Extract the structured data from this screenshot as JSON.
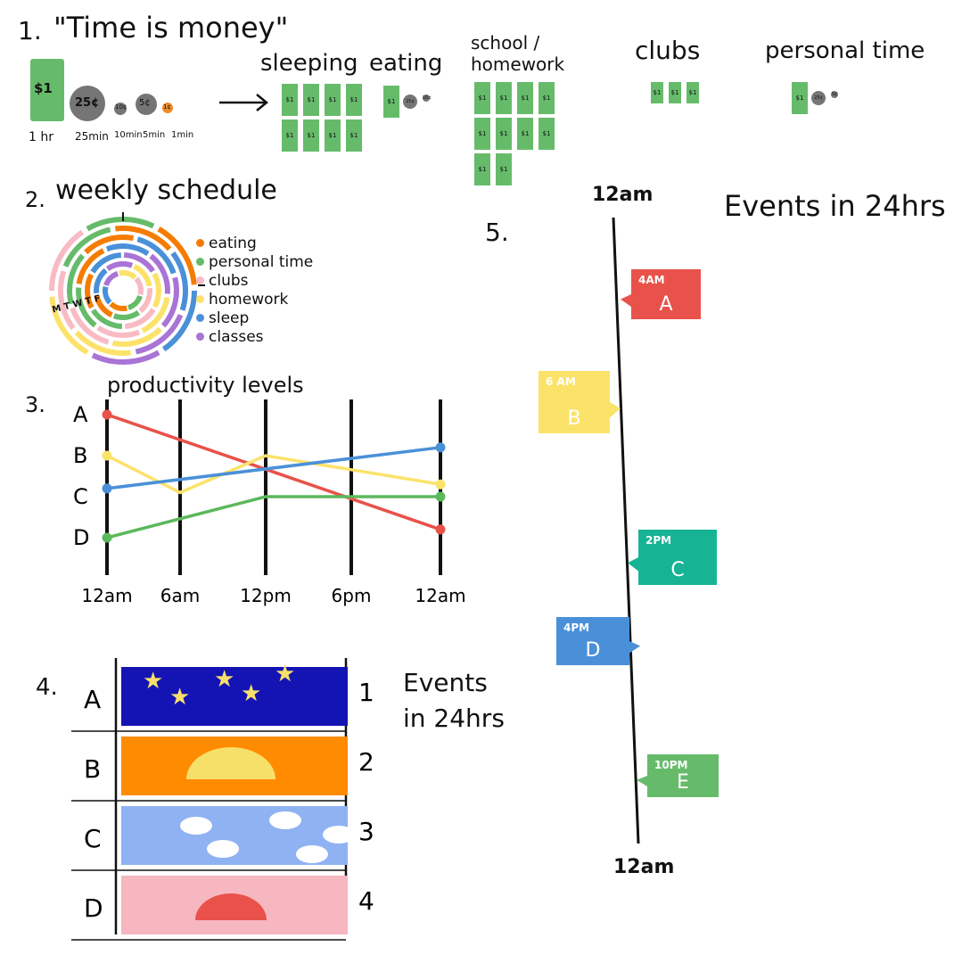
{
  "colors": {
    "green": "#66bb6a",
    "coin_dark": "#757575",
    "coin_orange": "#ef8b2c",
    "eating": "#f57c00",
    "personal": "#66bb6a",
    "clubs": "#f8bbc4",
    "homework": "#fde26a",
    "sleep": "#4a90d9",
    "classes": "#a974d6",
    "red": "#e8524a",
    "yellow": "#fbe36a",
    "blue": "#4a90d9",
    "line_green": "#5cb85c",
    "teal": "#16b394",
    "night": "#1414b4",
    "orange_bg": "#ff8c00",
    "sky": "#8fb2f2",
    "pink": "#f6b7c0",
    "sun": "#f7e06a",
    "sunset_sun": "#e8524a"
  },
  "s1": {
    "number": "1.",
    "title": "\"Time is money\"",
    "money": [
      {
        "label": "$1",
        "caption": "1 hr",
        "shape": "bill"
      },
      {
        "label": "25¢",
        "caption": "25min",
        "shape": "coin-dark"
      },
      {
        "label": "10¢",
        "caption": "10min",
        "shape": "coin-dark-small"
      },
      {
        "label": "5¢",
        "caption": "5min",
        "shape": "coin-dark"
      },
      {
        "label": "1¢",
        "caption": "1min",
        "shape": "coin-orange"
      }
    ],
    "arrow_icon": "right-arrow-icon",
    "categories": [
      {
        "label": "sleeping",
        "bills": 8,
        "extras": []
      },
      {
        "label": "eating",
        "bills": 1,
        "extras": [
          "25¢",
          "10¢"
        ]
      },
      {
        "label": "school / homework",
        "bills": 10,
        "extras": []
      },
      {
        "label": "clubs",
        "bills": 3,
        "extras": []
      },
      {
        "label": "personal time",
        "bills": 1,
        "extras": [
          "25¢",
          "5¢"
        ]
      }
    ],
    "bill_text": "$1"
  },
  "s2": {
    "number": "2.",
    "title": "weekly schedule",
    "days": "M T W T F",
    "legend": [
      {
        "label": "eating",
        "color": "#f57c00"
      },
      {
        "label": "personal time",
        "color": "#66bb6a"
      },
      {
        "label": "clubs",
        "color": "#f8bbc4"
      },
      {
        "label": "homework",
        "color": "#fde26a"
      },
      {
        "label": "sleep",
        "color": "#4a90d9"
      },
      {
        "label": "classes",
        "color": "#a974d6"
      }
    ]
  },
  "s3": {
    "number": "3.",
    "title": "productivity levels"
  },
  "chart_data": {
    "type": "line",
    "title": "productivity levels",
    "y_categories": [
      "A",
      "B",
      "C",
      "D"
    ],
    "x": [
      "12am",
      "6am",
      "12pm",
      "6pm",
      "12am"
    ],
    "series": [
      {
        "color": "#e8524a",
        "points": [
          {
            "x": "12am",
            "y": "A"
          },
          {
            "x": "12am",
            "y": "D"
          }
        ],
        "x_index": [
          0,
          4
        ],
        "y_value": [
          4.0,
          1.2
        ]
      },
      {
        "color": "#fbe36a",
        "x_index": [
          0,
          1,
          2,
          4
        ],
        "y_value": [
          3.0,
          2.1,
          3.0,
          2.3
        ]
      },
      {
        "color": "#4a90d9",
        "x_index": [
          0,
          4
        ],
        "y_value": [
          2.2,
          3.2
        ]
      },
      {
        "color": "#5cb85c",
        "x_index": [
          0,
          2,
          4
        ],
        "y_value": [
          1.0,
          2.0,
          2.0
        ]
      }
    ],
    "grid": "vertical"
  },
  "s4": {
    "number": "4.",
    "title": "Events in 24hrs",
    "rows": [
      {
        "letter": "A",
        "number": "1",
        "scene": "night-stars"
      },
      {
        "letter": "B",
        "number": "2",
        "scene": "sunrise-orange"
      },
      {
        "letter": "C",
        "number": "3",
        "scene": "blue-sky-clouds"
      },
      {
        "letter": "D",
        "number": "4",
        "scene": "sunset-pink"
      }
    ]
  },
  "s5": {
    "number": "5.",
    "title": "Events in 24hrs",
    "top_label": "12am",
    "bottom_label": "12am",
    "events": [
      {
        "time": "4AM",
        "letter": "A",
        "side": "right",
        "color": "#e8524a"
      },
      {
        "time": "6 AM",
        "letter": "B",
        "side": "left",
        "color": "#fbe36a"
      },
      {
        "time": "2PM",
        "letter": "C",
        "side": "right",
        "color": "#16b394"
      },
      {
        "time": "4PM",
        "letter": "D",
        "side": "left",
        "color": "#4a90d9"
      },
      {
        "time": "10PM",
        "letter": "E",
        "side": "right",
        "color": "#66bb6a"
      }
    ]
  }
}
